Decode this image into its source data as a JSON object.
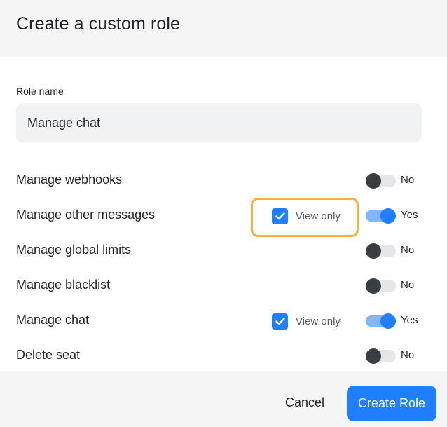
{
  "dialog": {
    "title": "Create a custom role"
  },
  "role_name": {
    "label": "Role name",
    "value": "Manage chat"
  },
  "permissions": [
    {
      "label": "Manage webhooks",
      "toggle_on": false,
      "toggle_text": "No",
      "has_view_only": false
    },
    {
      "label": "Manage other messages",
      "toggle_on": true,
      "toggle_text": "Yes",
      "has_view_only": true,
      "view_only_checked": true,
      "view_only_label": "View only",
      "highlighted": true
    },
    {
      "label": "Manage global limits",
      "toggle_on": false,
      "toggle_text": "No",
      "has_view_only": false
    },
    {
      "label": "Manage blacklist",
      "toggle_on": false,
      "toggle_text": "No",
      "has_view_only": false
    },
    {
      "label": "Manage chat",
      "toggle_on": true,
      "toggle_text": "Yes",
      "has_view_only": true,
      "view_only_checked": true,
      "view_only_label": "View only"
    },
    {
      "label": "Delete seat",
      "toggle_on": false,
      "toggle_text": "No",
      "has_view_only": false
    }
  ],
  "footer": {
    "cancel_label": "Cancel",
    "create_label": "Create Role"
  },
  "colors": {
    "accent": "#1f7fff",
    "highlight": "#f7b03b"
  },
  "icons": {
    "checkbox": "check-icon"
  }
}
